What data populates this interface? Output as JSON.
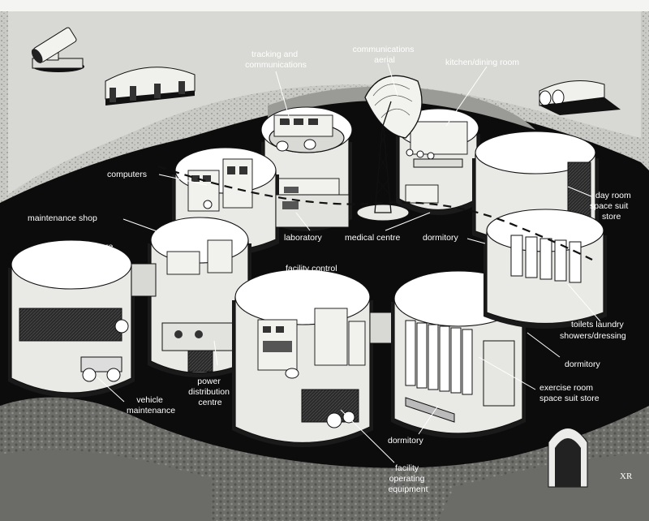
{
  "labels": {
    "tracking": [
      "tracking and",
      "communications"
    ],
    "aerial": [
      "communications",
      "aerial"
    ],
    "kitchen": "kitchen/dining room",
    "computers": "computers",
    "maintenance_shop": "maintenance shop",
    "store": "store",
    "laboratory": "laboratory",
    "medical_centre": "medical centre",
    "dormitory_top": "dormitory",
    "day_room": "day room",
    "space_suit_store_top": [
      "space suit",
      "store"
    ],
    "facility_control": "facility control",
    "toilets_laundry": "toilets laundry",
    "showers_dressing": "showers/dressing",
    "dormitory_right": "dormitory",
    "exercise_room": "exercise room",
    "space_suit_store_bottom": "space suit store",
    "power_distribution": [
      "power",
      "distribution",
      "centre"
    ],
    "vehicle_maintenance": [
      "vehicle",
      "maintenance"
    ],
    "dormitory_bottom": "dormitory",
    "facility_equipment": [
      "facility",
      "operating",
      "equipment"
    ],
    "signature": "XR"
  },
  "colors": {
    "ground": "#0c0c0c",
    "surface": "#f4f4f2",
    "crater": "#bdbdb9",
    "label_text": "#ffffff"
  },
  "icons": {
    "telescope": "telescope-icon",
    "dish": "satellite-dish-icon"
  }
}
